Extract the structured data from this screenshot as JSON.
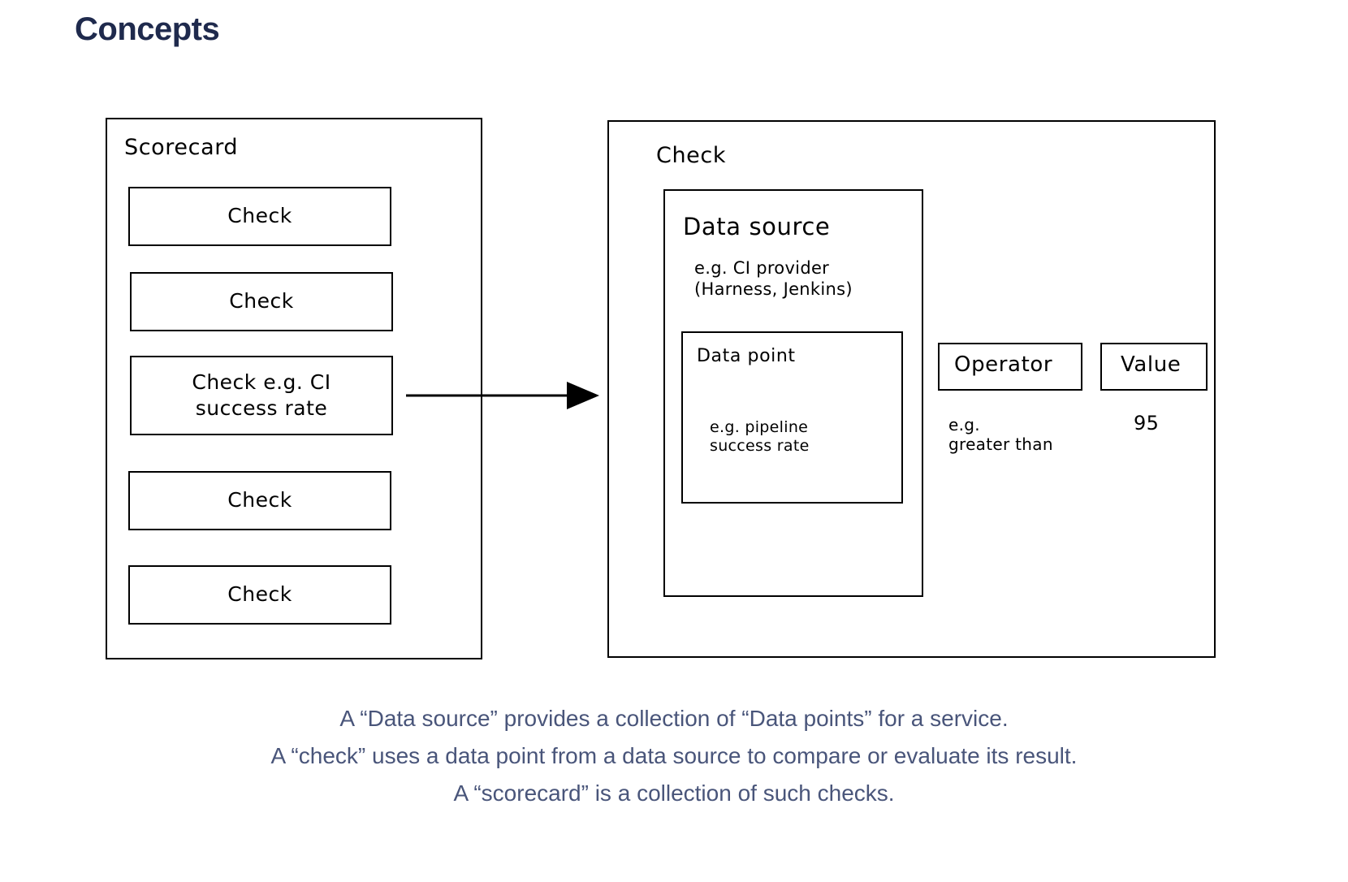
{
  "page": {
    "title": "Concepts",
    "title_color": "#1f2a4d",
    "background": "#ffffff",
    "stroke_color": "#000000"
  },
  "scorecard": {
    "label": "Scorecard",
    "checks": [
      {
        "label": "Check"
      },
      {
        "label": "Check"
      },
      {
        "label": "Check e.g. CI\nsuccess rate"
      },
      {
        "label": "Check"
      },
      {
        "label": "Check"
      }
    ]
  },
  "connector": {
    "icon": "arrow-right-icon"
  },
  "check_detail": {
    "label": "Check",
    "data_source": {
      "label": "Data source",
      "example": "e.g. CI provider\n(Harness, Jenkins)",
      "data_point": {
        "label": "Data point",
        "example": "e.g. pipeline\nsuccess rate"
      }
    },
    "operator": {
      "label": "Operator",
      "example": "e.g.\ngreater than"
    },
    "value": {
      "label": "Value",
      "example": "95"
    }
  },
  "caption": {
    "color": "#49557a",
    "lines": [
      "A “Data source” provides a collection of “Data points” for a service.",
      "A “check” uses a data point from a data source to compare or evaluate its result.",
      "A “scorecard” is a collection of such checks."
    ]
  }
}
